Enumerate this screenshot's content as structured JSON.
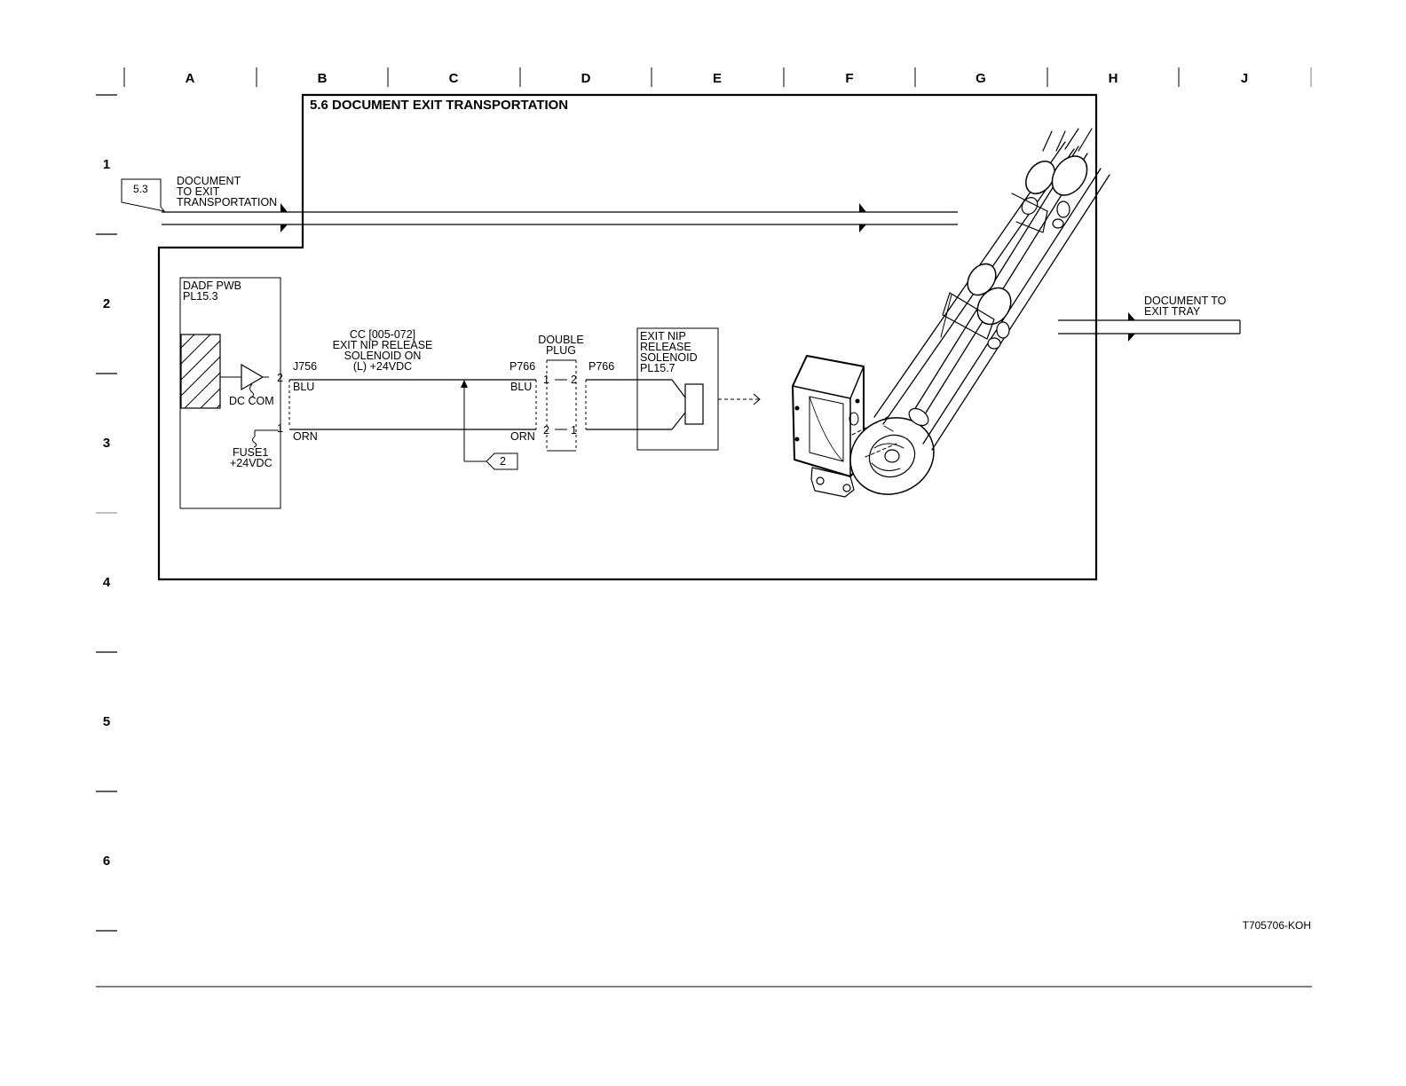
{
  "grid": {
    "columns": [
      "A",
      "B",
      "C",
      "D",
      "E",
      "F",
      "G",
      "H",
      "J"
    ],
    "rows": [
      "1",
      "2",
      "3",
      "4",
      "5",
      "6"
    ]
  },
  "title": "5.6 DOCUMENT EXIT TRANSPORTATION",
  "input": {
    "ref": "5.3",
    "lines": [
      "DOCUMENT",
      "TO EXIT",
      "TRANSPORTATION"
    ]
  },
  "output": {
    "lines": [
      "DOCUMENT TO",
      "EXIT TRAY"
    ]
  },
  "pwb": {
    "lines": [
      "DADF PWB",
      "PL15.3"
    ],
    "dc_com": "DC COM",
    "fuse_lines": [
      "FUSE1",
      "+24VDC"
    ],
    "pin_top": "2",
    "pin_bottom": "1"
  },
  "signal": {
    "lines": [
      "CC [005-072]",
      "EXIT NIP RELEASE",
      "SOLENOID ON",
      "(L) +24VDC"
    ],
    "ref": "2"
  },
  "connectors": {
    "j756": "J756",
    "p766_left": "P766",
    "p766_right": "P766",
    "wire_top_left": "BLU",
    "wire_top_right": "BLU",
    "wire_bottom_left": "ORN",
    "wire_bottom_right": "ORN"
  },
  "double_plug": {
    "lines": [
      "DOUBLE",
      "PLUG"
    ],
    "pin_tl": "1",
    "pin_tr": "2",
    "pin_bl": "2",
    "pin_br": "1"
  },
  "solenoid": {
    "lines": [
      "EXIT NIP",
      "RELEASE",
      "SOLENOID",
      "PL15.7"
    ]
  },
  "figure_id": "T705706-KOH"
}
